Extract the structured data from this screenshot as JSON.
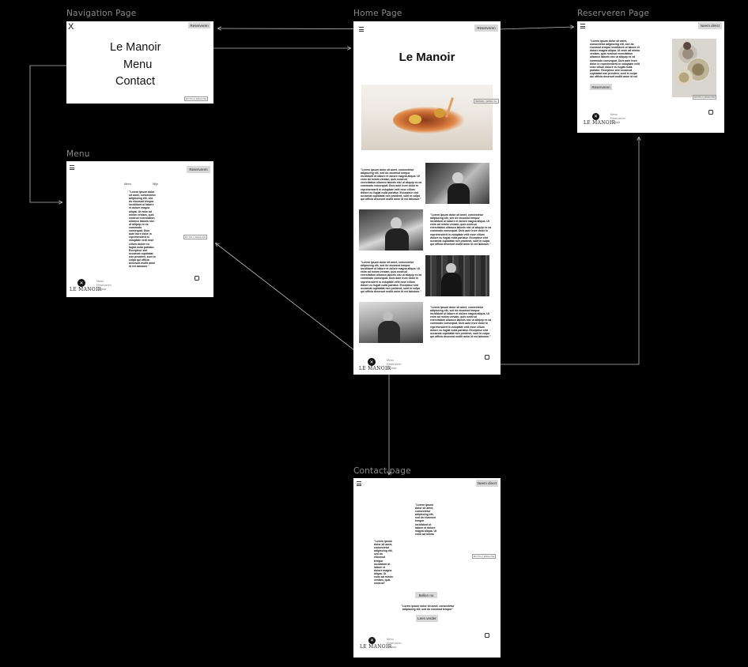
{
  "frames": {
    "navigation": {
      "title": "Navigation Page",
      "close": "X",
      "reserve_button": "Reserveren",
      "links": [
        "Le Manoir",
        "Menu",
        "Contact"
      ],
      "lang": "DUTCH | ENGLISH"
    },
    "home": {
      "title": "Home Page",
      "reserve_button": "Reserveren",
      "heading": "Le Manoir",
      "lang": "NEDERL | ENGLISH",
      "lorem": "\"Lorem ipsum dolor sit amet, consectetur adipiscing elit, sed do eiusmod tempor incididunt ut labore et dolore magna aliqua. Ut enim ad minim veniam, quis nostrud exercitation ullamco laboris nisi ut aliquip ex ea commodo consequat. Duis aute irure dolor in reprehenderit in voluptate velit esse cillum dolore eu fugiat nulla pariatur. Excepteur sint occaecat cupidatat non proident, sunt in culpa qui officia deserunt mollit anim id est laborum.\"",
      "footer_links": [
        "Menu",
        "Reserveren",
        "Contact"
      ],
      "logo": "LE MANOIR"
    },
    "reserveren": {
      "title": "Reserveren Page",
      "button_top": "Neem direct",
      "lorem": "\"Lorem ipsum dolor sit amet, consectetur adipiscing elit, sed do eiusmod tempor incididunt ut labore et dolore magna aliqua. Ut enim ad minim veniam, quis nostrud exercitation ullamco laboris nisi ut aliquip ex ea commodo consequat. Duis aute irure dolor in reprehenderit in voluptate velit esse cillum dolore eu fugiat nulla pariatur. Excepteur sint occaecat cupidatat non proident, sunt in culpa qui officia deserunt mollit anim id est laborum.\"",
      "reserve_button": "Reserveren",
      "lang": "DUTCH | ENGLISH",
      "footer_links": [
        "Menu",
        "Reserveren",
        "Contact"
      ],
      "logo": "LE MANOIR"
    },
    "menu": {
      "title": "Menu",
      "reserve_button": "Reserveren",
      "col1": "Menu",
      "col2": "Wijn",
      "lorem": "\"Lorem ipsum dolor sit amet, consectetur adipiscing elit, sed do eiusmod tempor incididunt ut labore et dolore magna aliqua. Ut enim ad minim veniam, quis nostrud exercitation ullamco laboris nisi ut aliquip ex ea commodo consequat. Duis aute irure dolor in reprehenderit in voluptate velit esse cillum dolore eu fugiat nulla pariatur. Excepteur sint occaecat cupidatat non proident, sunt in culpa qui officia deserunt mollit anim id est laborum.\"",
      "lang": "DUTCH | ENGLISH",
      "footer_links": [
        "Menu",
        "Reserveren",
        "Contact"
      ],
      "logo": "LE MANOIR"
    },
    "contact": {
      "title": "Contact page",
      "button_top": "Neem direct",
      "lorem_a": "\"Lorem ipsum dolor sit amet, consectetur adipiscing elit, sed do eiusmod tempor incididunt ut labore et dolore magna aliqua. Ut enim ad minim veniam, quis nostrud\"",
      "lorem_b": "\"Lorem ipsum dolor sit amet, consectetur adipiscing elit, sed do eiusmod tempor incididunt ut labore et dolore magna aliqua. Ut enim ad minim veniam, quis nostrud\"",
      "lang": "DUTCH | ENGLISH",
      "btn_mid": "Bellen nu",
      "lorem_c": "\"Lorem ipsum dolor sit amet, consectetur adipiscing elit, sed do eiusmod tempor\"",
      "btn_low": "Lees verder",
      "footer_links": [
        "Menu",
        "Reserveren",
        "Contact"
      ],
      "logo": "LE MANOIR"
    }
  }
}
